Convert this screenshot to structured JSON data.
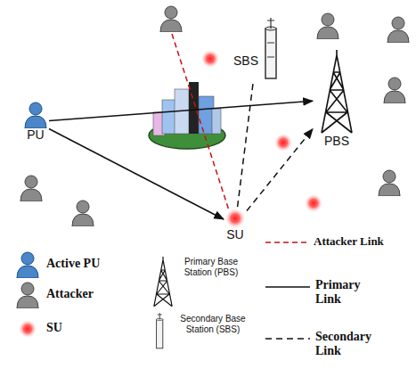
{
  "diagram": {
    "nodes": [
      {
        "text": [
          "PU"
        ]
      },
      {
        "text": [
          "SBS"
        ]
      },
      {
        "text": [
          "PBS"
        ]
      },
      {
        "text": [
          "SU"
        ]
      }
    ],
    "edges": [
      {
        "from": 0,
        "to": 2,
        "arrow": "to"
      },
      {
        "from": 0,
        "to": 3,
        "arrow": "to"
      },
      {
        "from": 3,
        "to": 1,
        "arrow": "none"
      },
      {
        "from": 3,
        "to": 2,
        "arrow": "to"
      }
    ],
    "legend": [
      {
        "text": "Attacker Link"
      },
      {
        "text": "Active PU"
      },
      {
        "text": "Attacker"
      },
      {
        "text": "SU"
      },
      {
        "text": "Primary Base Station (PBS)"
      },
      {
        "text": "Secondary Base Station (SBS)"
      },
      {
        "text": "Primary Link"
      },
      {
        "text": "Secondary Link"
      }
    ]
  }
}
